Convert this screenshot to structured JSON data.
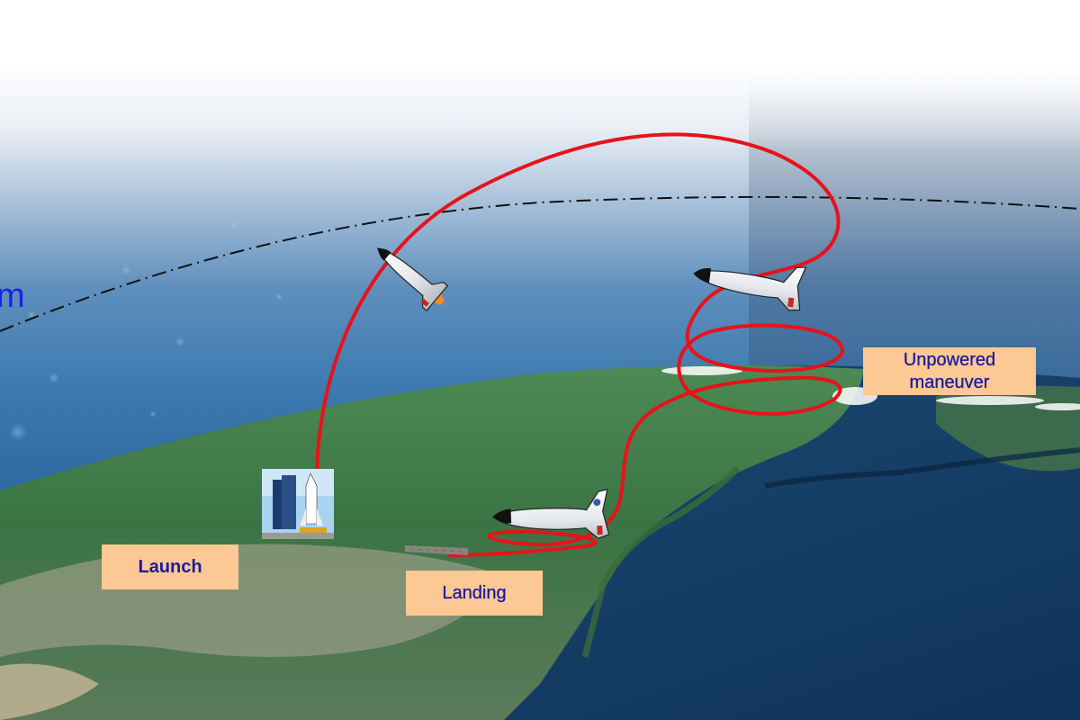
{
  "diagram": {
    "type": "flight-profile",
    "subject": "Reusable spaceplane trajectory"
  },
  "labels": {
    "launch": "Launch",
    "landing": "Landing",
    "unpowered_line1": "Unpowered",
    "unpowered_line2": "maneuver",
    "orbit_partial": "m"
  },
  "colors": {
    "trajectory": "#e8121a",
    "label_bg": "#fcc894",
    "label_text": "#1a1aa0",
    "orbit_line": "#111111",
    "orbit_label": "#1a22e6",
    "sky_top": "#ffffff",
    "sky_mid": "#7fa7cc",
    "sky_low": "#2f6fa8",
    "land": "#3d7a44",
    "ocean": "#173e66"
  },
  "elements": [
    {
      "id": "launch-pad",
      "description": "Shuttle on launch pad next to tower"
    },
    {
      "id": "ascending-shuttle",
      "description": "Shuttle ascending with flame"
    },
    {
      "id": "orbiting-spaceplane",
      "description": "Spaceplane near apex"
    },
    {
      "id": "landing-spaceplane",
      "description": "Spaceplane approaching runway"
    },
    {
      "id": "runway",
      "description": "Landing runway strip"
    }
  ]
}
